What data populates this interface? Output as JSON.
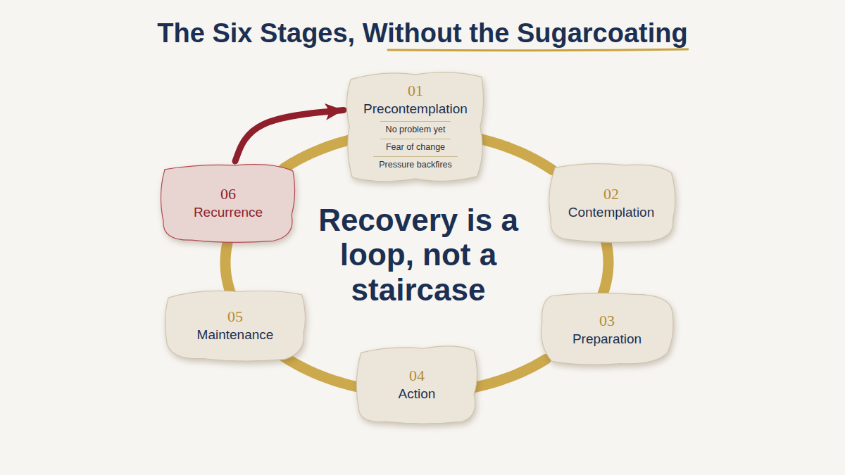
{
  "diagram": {
    "title": "The Six Stages, Without the Sugarcoating",
    "nodes": [
      {
        "text": [
          "01",
          "Precontemplation",
          "No problem yet",
          "Fear of change",
          "Pressure backfires"
        ]
      },
      {
        "text": [
          "02",
          "Contemplation"
        ]
      },
      {
        "text": [
          "03",
          "Preparation"
        ]
      },
      {
        "text": [
          "04",
          "Action"
        ]
      },
      {
        "text": [
          "05",
          "Maintenance"
        ]
      },
      {
        "text": [
          "06",
          "Recurrence"
        ]
      }
    ],
    "edges": [
      {
        "from": 0,
        "to": 1,
        "arrow": "none"
      },
      {
        "from": 1,
        "to": 2,
        "arrow": "none"
      },
      {
        "from": 2,
        "to": 3,
        "arrow": "none"
      },
      {
        "from": 3,
        "to": 4,
        "arrow": "none"
      },
      {
        "from": 4,
        "to": 5,
        "arrow": "none"
      },
      {
        "from": 5,
        "to": 0,
        "arrow": "none"
      },
      {
        "from": 5,
        "to": 0,
        "arrow": "to"
      }
    ],
    "labels": [
      "Recovery is a loop, not a staircase"
    ]
  }
}
